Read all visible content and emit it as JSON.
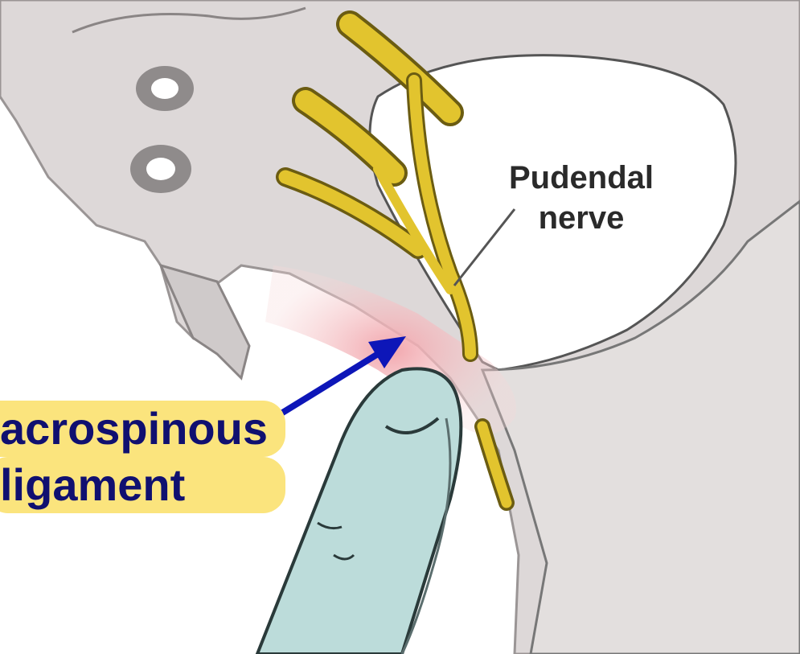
{
  "labels": {
    "pudendal_nerve": [
      "Pudendal",
      "nerve"
    ],
    "ligament": [
      "acrospinous",
      "ligament"
    ]
  },
  "colors": {
    "nerve": "#e2c42e",
    "ligament": "#f3b3b8",
    "bone": "#dedbda",
    "finger": "#bcdcda",
    "arrow": "#0d16b8",
    "highlight": "#fbe47d",
    "ligament_text": "#101070"
  }
}
